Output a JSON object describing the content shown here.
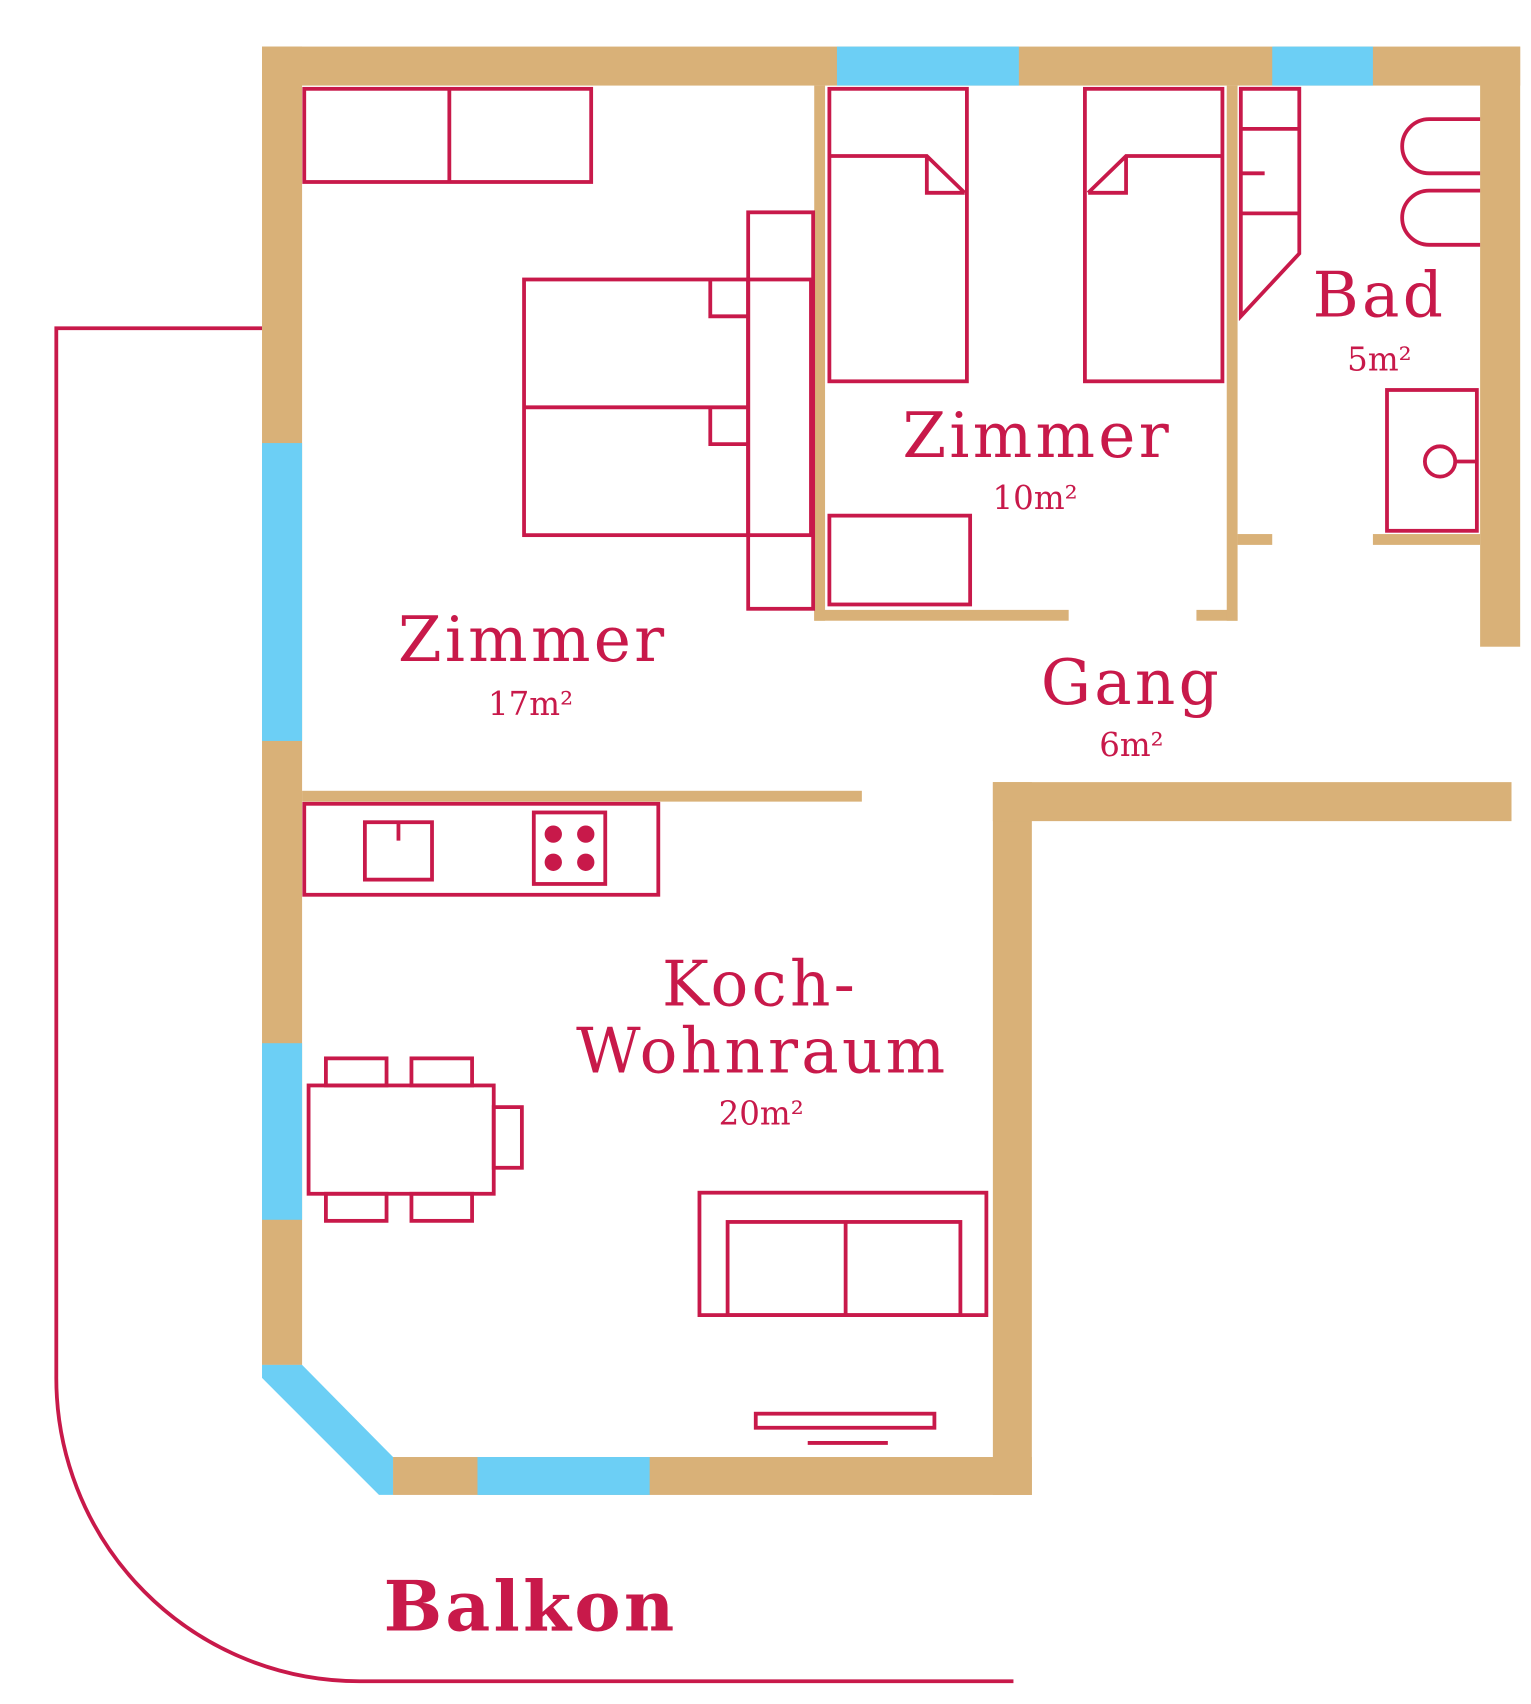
{
  "colors": {
    "wall": "#D9B178",
    "window": "#6CCFF5",
    "furniture": "#C8194A"
  },
  "rooms": {
    "zimmer_large": {
      "name": "Zimmer",
      "area": "17m²"
    },
    "zimmer_small": {
      "name": "Zimmer",
      "area": "10m²"
    },
    "bad": {
      "name": "Bad",
      "area": "5m²"
    },
    "gang": {
      "name": "Gang",
      "area": "6m²"
    },
    "kochwohnraum": {
      "name_line1": "Koch-",
      "name_line2": "Wohnraum",
      "area": "20m²"
    },
    "balkon": {
      "name": "Balkon"
    }
  }
}
